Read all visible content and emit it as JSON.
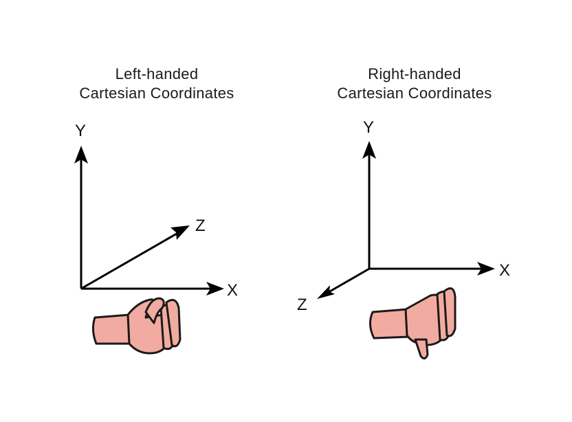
{
  "left_panel": {
    "title_line1": "Left-handed",
    "title_line2": "Cartesian Coordinates",
    "axes": {
      "x": "X",
      "y": "Y",
      "z": "Z"
    }
  },
  "right_panel": {
    "title_line1": "Right-handed",
    "title_line2": "Cartesian Coordinates",
    "axes": {
      "x": "X",
      "y": "Y",
      "z": "Z"
    }
  },
  "colors": {
    "line": "#000000",
    "hand_fill": "#f2aba0",
    "hand_outline": "#1a1a1a"
  },
  "icons": {
    "left_hand": "left-hand-icon",
    "right_hand": "right-hand-icon"
  }
}
